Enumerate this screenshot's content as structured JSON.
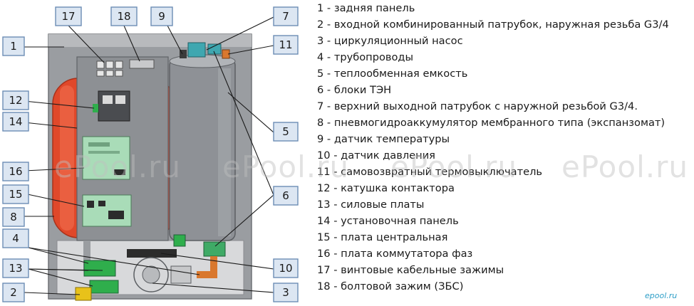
{
  "callouts": [
    {
      "num": "1"
    },
    {
      "num": "2"
    },
    {
      "num": "3"
    },
    {
      "num": "4"
    },
    {
      "num": "5"
    },
    {
      "num": "6"
    },
    {
      "num": "7"
    },
    {
      "num": "8"
    },
    {
      "num": "9"
    },
    {
      "num": "10"
    },
    {
      "num": "11"
    },
    {
      "num": "12"
    },
    {
      "num": "13"
    },
    {
      "num": "14"
    },
    {
      "num": "15"
    },
    {
      "num": "16"
    },
    {
      "num": "17"
    },
    {
      "num": "18"
    }
  ],
  "legend": [
    "1 - задняя панель",
    "2 - входной комбинированный патрубок, наружная резьба G3/4",
    "3 - циркуляционный насос",
    "4 - трубопроводы",
    "5 - теплообменная емкость",
    "6 - блоки ТЭН",
    "7 - верхний выходной патрубок с наружной резьбой G3/4.",
    "8 - пневмогидроаккумулятор мембранного типа (экспанзомат)",
    "9 - датчик температуры",
    "10 - датчик давления",
    "11 - самовозвратный термовыключатель",
    "12 - катушка контактора",
    "13 - силовые платы",
    "14 - установочная панель",
    "15 - плата центральная",
    "16 - плата коммутатора фаз",
    "17 - винтовые кабельные зажимы",
    "18 - болтовой зажим (ЗБС)"
  ],
  "watermark": "ePool.ru",
  "brand": "epool.ru",
  "colors": {
    "callout_fill": "#dce6f2",
    "callout_border": "#6d8db5",
    "expansion_tank": "#e0482a",
    "tank": "#8e9196",
    "panel": "#9a9da1",
    "board": "#a9dcb8",
    "pipe": "#d9782e"
  }
}
